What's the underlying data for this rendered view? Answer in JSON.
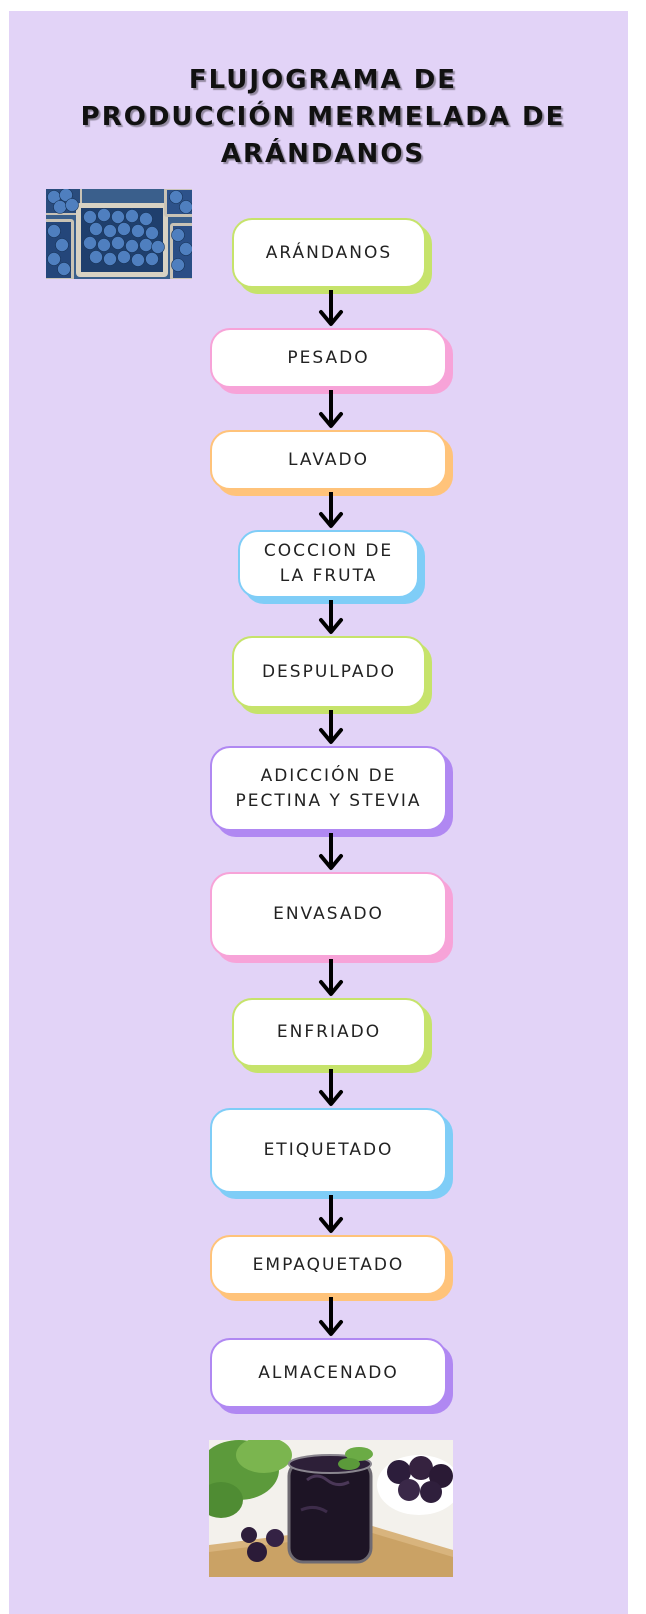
{
  "title": {
    "line1": "FLUJOGRAMA DE",
    "line2": "PRODUCCIÓN MERMELADA DE",
    "line3": "ARÁNDANOS"
  },
  "colors": {
    "background": "#e2d3f7",
    "green": "#c6e36b",
    "pink": "#f7a3d8",
    "orange": "#ffc37a",
    "blue": "#7fcdf7",
    "purple": "#b088f2"
  },
  "steps": [
    {
      "label": "ARÁNDANOS",
      "color": "green"
    },
    {
      "label": "PESADO",
      "color": "pink"
    },
    {
      "label": "LAVADO",
      "color": "orange"
    },
    {
      "label": "COCCION DE LA FRUTA",
      "color": "blue"
    },
    {
      "label": "DESPULPADO",
      "color": "green"
    },
    {
      "label": "ADICCIÓN DE PECTINA Y STEVIA",
      "color": "purple"
    },
    {
      "label": "ENVASADO",
      "color": "pink"
    },
    {
      "label": "ENFRIADO",
      "color": "green"
    },
    {
      "label": "ETIQUETADO",
      "color": "blue"
    },
    {
      "label": "EMPAQUETADO",
      "color": "orange"
    },
    {
      "label": "ALMACENADO",
      "color": "purple"
    }
  ]
}
